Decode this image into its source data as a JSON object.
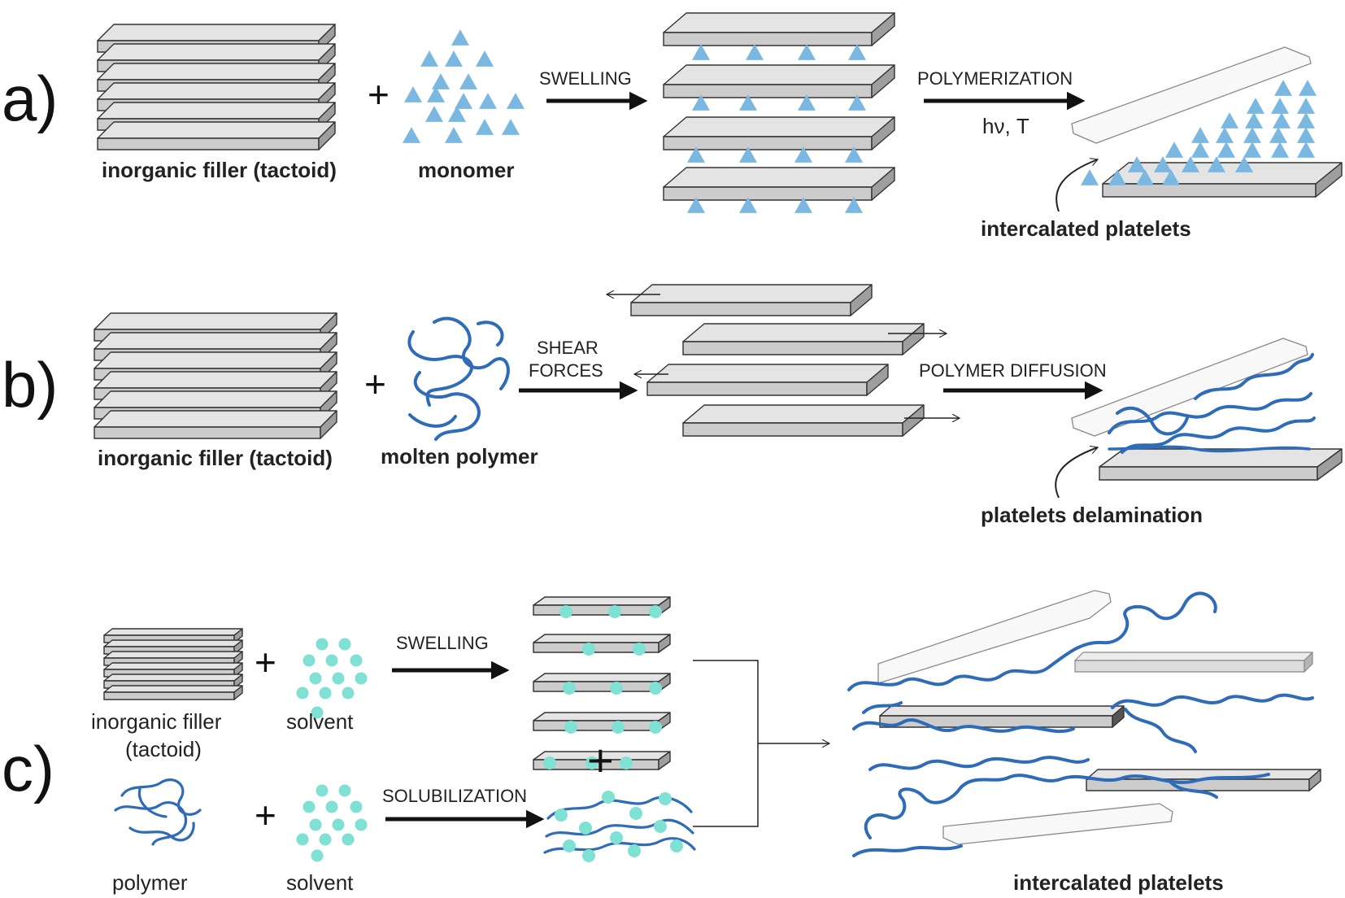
{
  "colors": {
    "plate_top": "#e4e4e4",
    "plate_front": "#cccccc",
    "plate_side": "#9e9e9e",
    "outline": "#333333",
    "monomer": "#7ab8e2",
    "solvent": "#7fe0d4",
    "polymer": "#2e6bb8",
    "arrow": "#111111"
  },
  "panel_a": {
    "label": "a)",
    "filler_label": "inorganic filler (tactoid)",
    "monomer_label": "monomer",
    "plus": "+",
    "step1_label": "SWELLING",
    "step2_label": "POLYMERIZATION",
    "step2_condition": "hν, T",
    "result_label": "intercalated platelets"
  },
  "panel_b": {
    "label": "b)",
    "filler_label": "inorganic filler (tactoid)",
    "polymer_label": "molten polymer",
    "plus": "+",
    "step1_label_line1": "SHEAR",
    "step1_label_line2": "FORCES",
    "step2_label": "POLYMER DIFFUSION",
    "result_label": "platelets delamination"
  },
  "panel_c": {
    "label": "c)",
    "filler_label_line1": "inorganic filler",
    "filler_label_line2": "(tactoid)",
    "solvent_label_1": "solvent",
    "polymer_label": "polymer",
    "solvent_label_2": "solvent",
    "plus": "+",
    "step1_label": "SWELLING",
    "step2_label": "SOLUBILIZATION",
    "result_label": "intercalated platelets"
  }
}
